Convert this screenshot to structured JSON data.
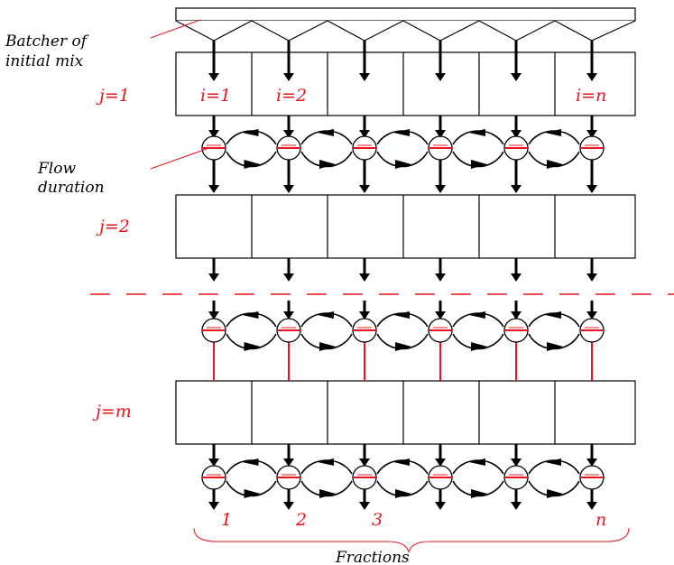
{
  "colors": {
    "ink": "#000000",
    "accent": "#e8141e",
    "background": "#ffffff"
  },
  "labels": {
    "batcher_line1": "Batcher of",
    "batcher_line2": "initial mix",
    "flow_line1": "Flow",
    "flow_line2": "duration",
    "stage_j1": "j=1",
    "stage_j2": "j=2",
    "stage_jm": "j=m",
    "col_i1": "i=1",
    "col_i2": "i=2",
    "col_in": "i=n",
    "fractions": "Fractions"
  },
  "fraction_labels": [
    "1",
    "2",
    "3",
    "",
    "",
    "n"
  ]
}
